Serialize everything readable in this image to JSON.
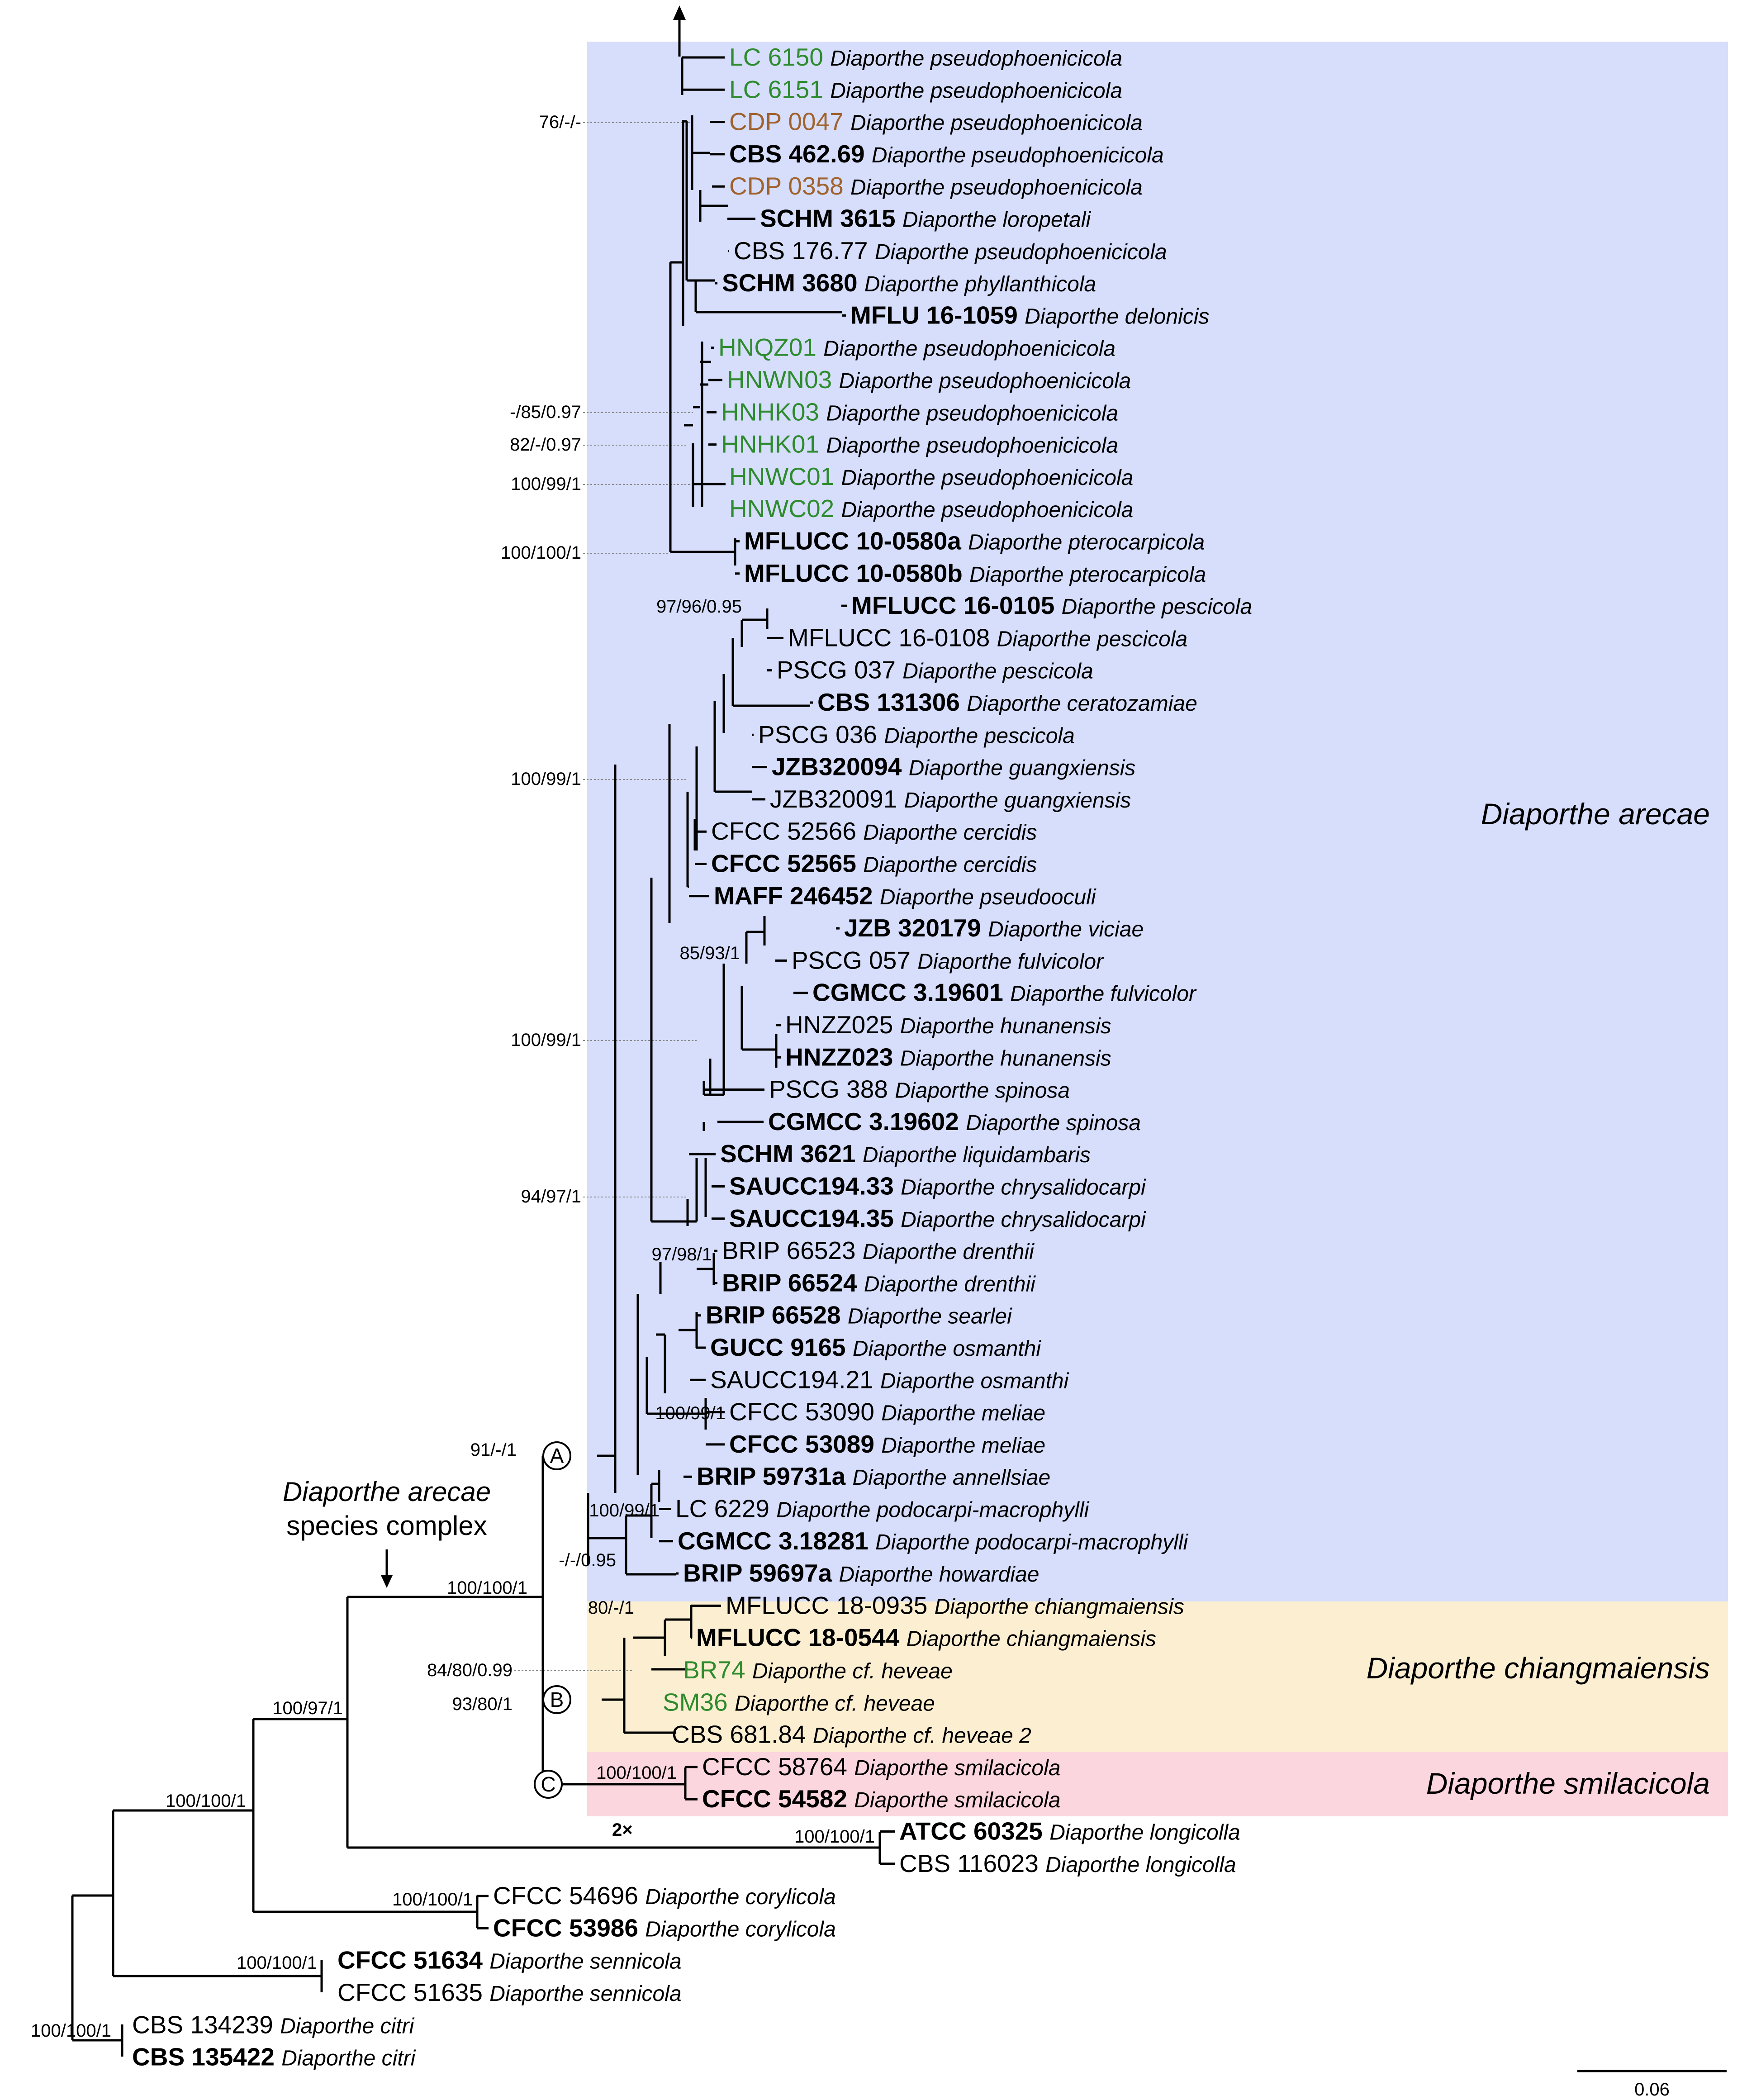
{
  "clades": [
    {
      "name": "Diaporthe arecae",
      "color": "#d6defb"
    },
    {
      "name": "Diaporthe chiangmaiensis",
      "color": "#fcefd1"
    },
    {
      "name": "Diaporthe smilacicola",
      "color": "#fcd6de"
    }
  ],
  "complex_label": [
    "Diaporthe arecae",
    "species complex"
  ],
  "node_letters": [
    "A",
    "B",
    "C"
  ],
  "colors": {
    "black": "#000000",
    "green": "#2e8b2e",
    "brown": "#a0622d"
  },
  "taxa": [
    {
      "strain": "LC 6150",
      "species": "Diaporthe pseudophoenicicola",
      "bold": false,
      "color": "green"
    },
    {
      "strain": "LC 6151",
      "species": "Diaporthe pseudophoenicicola",
      "bold": false,
      "color": "green"
    },
    {
      "strain": "CDP 0047",
      "species": "Diaporthe pseudophoenicicola",
      "bold": false,
      "color": "brown"
    },
    {
      "strain": "CBS 462.69",
      "species": "Diaporthe pseudophoenicicola",
      "bold": true,
      "color": "black"
    },
    {
      "strain": "CDP 0358",
      "species": "Diaporthe pseudophoenicicola",
      "bold": false,
      "color": "brown"
    },
    {
      "strain": "SCHM 3615",
      "species": "Diaporthe loropetali",
      "bold": true,
      "color": "black"
    },
    {
      "strain": "CBS 176.77",
      "species": "Diaporthe pseudophoenicicola",
      "bold": false,
      "color": "black"
    },
    {
      "strain": "SCHM 3680",
      "species": "Diaporthe phyllanthicola",
      "bold": true,
      "color": "black"
    },
    {
      "strain": "MFLU 16-1059",
      "species": "Diaporthe delonicis",
      "bold": true,
      "color": "black"
    },
    {
      "strain": "HNQZ01",
      "species": "Diaporthe pseudophoenicicola",
      "bold": false,
      "color": "green"
    },
    {
      "strain": "HNWN03",
      "species": "Diaporthe pseudophoenicicola",
      "bold": false,
      "color": "green"
    },
    {
      "strain": "HNHK03",
      "species": "Diaporthe pseudophoenicicola",
      "bold": false,
      "color": "green"
    },
    {
      "strain": "HNHK01",
      "species": "Diaporthe pseudophoenicicola",
      "bold": false,
      "color": "green"
    },
    {
      "strain": "HNWC01",
      "species": "Diaporthe pseudophoenicicola",
      "bold": false,
      "color": "green"
    },
    {
      "strain": "HNWC02",
      "species": "Diaporthe pseudophoenicicola",
      "bold": false,
      "color": "green"
    },
    {
      "strain": "MFLUCC 10-0580a",
      "species": "Diaporthe pterocarpicola",
      "bold": true,
      "color": "black"
    },
    {
      "strain": "MFLUCC 10-0580b",
      "species": "Diaporthe pterocarpicola",
      "bold": true,
      "color": "black"
    },
    {
      "strain": "MFLUCC 16-0105",
      "species": "Diaporthe pescicola",
      "bold": true,
      "color": "black"
    },
    {
      "strain": "MFLUCC 16-0108",
      "species": "Diaporthe pescicola",
      "bold": false,
      "color": "black"
    },
    {
      "strain": "PSCG 037",
      "species": "Diaporthe pescicola",
      "bold": false,
      "color": "black"
    },
    {
      "strain": "CBS 131306",
      "species": "Diaporthe ceratozamiae",
      "bold": true,
      "color": "black"
    },
    {
      "strain": "PSCG 036",
      "species": "Diaporthe pescicola",
      "bold": false,
      "color": "black"
    },
    {
      "strain": "JZB320094",
      "species": "Diaporthe guangxiensis",
      "bold": true,
      "color": "black"
    },
    {
      "strain": "JZB320091",
      "species": "Diaporthe guangxiensis",
      "bold": false,
      "color": "black"
    },
    {
      "strain": "CFCC 52566",
      "species": "Diaporthe cercidis",
      "bold": false,
      "color": "black"
    },
    {
      "strain": "CFCC 52565",
      "species": "Diaporthe cercidis",
      "bold": true,
      "color": "black"
    },
    {
      "strain": "MAFF 246452",
      "species": "Diaporthe pseudooculi",
      "bold": true,
      "color": "black"
    },
    {
      "strain": "JZB 320179",
      "species": "Diaporthe viciae",
      "bold": true,
      "color": "black"
    },
    {
      "strain": "PSCG 057",
      "species": "Diaporthe fulvicolor",
      "bold": false,
      "color": "black"
    },
    {
      "strain": "CGMCC 3.19601",
      "species": "Diaporthe fulvicolor",
      "bold": true,
      "color": "black"
    },
    {
      "strain": "HNZZ025",
      "species": "Diaporthe hunanensis",
      "bold": false,
      "color": "black"
    },
    {
      "strain": "HNZZ023",
      "species": "Diaporthe hunanensis",
      "bold": true,
      "color": "black"
    },
    {
      "strain": "PSCG 388",
      "species": "Diaporthe spinosa",
      "bold": false,
      "color": "black"
    },
    {
      "strain": "CGMCC 3.19602",
      "species": "Diaporthe spinosa",
      "bold": true,
      "color": "black"
    },
    {
      "strain": "SCHM 3621",
      "species": "Diaporthe liquidambaris",
      "bold": true,
      "color": "black"
    },
    {
      "strain": "SAUCC194.33",
      "species": "Diaporthe chrysalidocarpi",
      "bold": true,
      "color": "black"
    },
    {
      "strain": "SAUCC194.35",
      "species": "Diaporthe chrysalidocarpi",
      "bold": true,
      "color": "black"
    },
    {
      "strain": "BRIP 66523",
      "species": "Diaporthe drenthii",
      "bold": false,
      "color": "black"
    },
    {
      "strain": "BRIP 66524",
      "species": "Diaporthe drenthii",
      "bold": true,
      "color": "black"
    },
    {
      "strain": "BRIP 66528",
      "species": "Diaporthe searlei",
      "bold": true,
      "color": "black"
    },
    {
      "strain": "GUCC 9165",
      "species": "Diaporthe osmanthi",
      "bold": true,
      "color": "black"
    },
    {
      "strain": "SAUCC194.21",
      "species": "Diaporthe osmanthi",
      "bold": false,
      "color": "black"
    },
    {
      "strain": "CFCC 53090",
      "species": "Diaporthe meliae",
      "bold": false,
      "color": "black"
    },
    {
      "strain": "CFCC 53089",
      "species": "Diaporthe meliae",
      "bold": true,
      "color": "black"
    },
    {
      "strain": "BRIP 59731a",
      "species": "Diaporthe annellsiae",
      "bold": true,
      "color": "black"
    },
    {
      "strain": "LC 6229",
      "species": "Diaporthe podocarpi-macrophylli",
      "bold": false,
      "color": "black"
    },
    {
      "strain": "CGMCC 3.18281",
      "species": "Diaporthe podocarpi-macrophylli",
      "bold": true,
      "color": "black"
    },
    {
      "strain": "BRIP 59697a",
      "species": "Diaporthe howardiae",
      "bold": true,
      "color": "black"
    },
    {
      "strain": "MFLUCC 18-0935",
      "species": "Diaporthe chiangmaiensis",
      "bold": false,
      "color": "black"
    },
    {
      "strain": "MFLUCC 18-0544",
      "species": "Diaporthe chiangmaiensis",
      "bold": true,
      "color": "black"
    },
    {
      "strain": "BR74",
      "species": "Diaporthe cf. heveae",
      "bold": false,
      "color": "green"
    },
    {
      "strain": "SM36",
      "species": "Diaporthe cf. heveae",
      "bold": false,
      "color": "green"
    },
    {
      "strain": "CBS 681.84",
      "species": "Diaporthe cf. heveae 2",
      "bold": false,
      "color": "black"
    },
    {
      "strain": "CFCC 58764",
      "species": "Diaporthe smilacicola",
      "bold": false,
      "color": "black"
    },
    {
      "strain": "CFCC 54582",
      "species": "Diaporthe smilacicola",
      "bold": true,
      "color": "black"
    },
    {
      "strain": "ATCC 60325",
      "species": "Diaporthe longicolla",
      "bold": true,
      "color": "black"
    },
    {
      "strain": "CBS 116023",
      "species": "Diaporthe longicolla",
      "bold": false,
      "color": "black"
    },
    {
      "strain": "CFCC 54696",
      "species": "Diaporthe corylicola",
      "bold": false,
      "color": "black"
    },
    {
      "strain": "CFCC 53986",
      "species": "Diaporthe corylicola",
      "bold": true,
      "color": "black"
    },
    {
      "strain": "CFCC 51634",
      "species": "Diaporthe sennicola",
      "bold": true,
      "color": "black"
    },
    {
      "strain": "CFCC 51635",
      "species": "Diaporthe sennicola",
      "bold": false,
      "color": "black"
    },
    {
      "strain": "CBS 134239",
      "species": "Diaporthe citri",
      "bold": false,
      "color": "black"
    },
    {
      "strain": "CBS 135422",
      "species": "Diaporthe citri",
      "bold": true,
      "color": "black"
    }
  ],
  "supports": [
    "76/-/-",
    "-/85/0.97",
    "82/-/0.97",
    "100/99/1",
    "100/100/1",
    "97/96/0.95",
    "100/99/1",
    "85/93/1",
    "100/99/1",
    "94/97/1",
    "97/98/1",
    "100/99/1",
    "91/-/1",
    "100/99/1",
    "-/-/0.95",
    "100/100/1",
    "80/-/1",
    "84/80/0.99",
    "93/80/1",
    "100/100/1",
    "100/97/1",
    "100/100/1",
    "100/100/1",
    "100/100/1",
    "100/100/1",
    "100/100/1"
  ],
  "break_label": "2×",
  "scale_label": "0.06"
}
